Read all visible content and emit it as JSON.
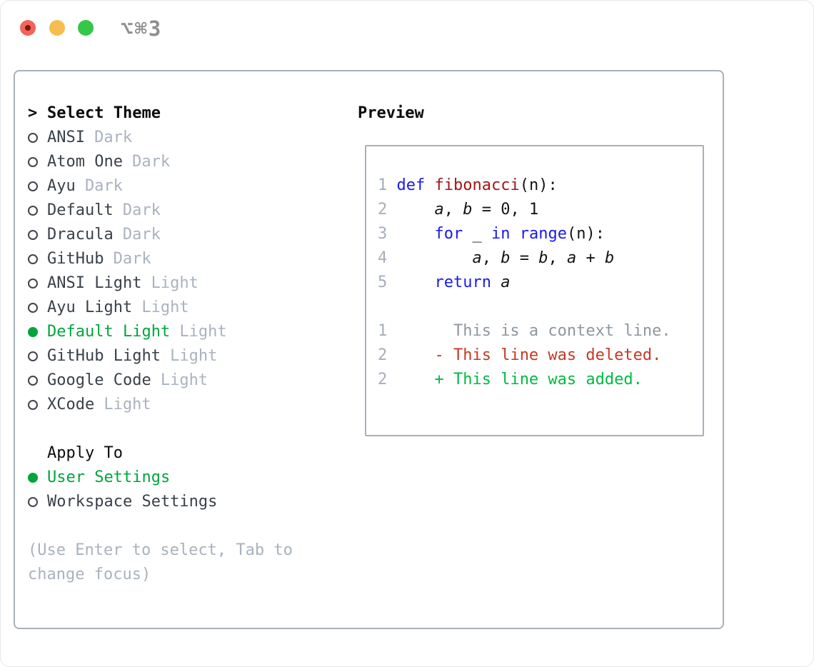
{
  "window": {
    "shortcut_label": "⌥⌘3",
    "controls": {
      "close_color": "#f1655a",
      "minimize_color": "#f6be4f",
      "zoom_color": "#34c748"
    }
  },
  "theme_list": {
    "prompt": ">",
    "header": "Select Theme",
    "items": [
      {
        "name": "ANSI",
        "variant": "Dark",
        "selected": false
      },
      {
        "name": "Atom One",
        "variant": "Dark",
        "selected": false
      },
      {
        "name": "Ayu",
        "variant": "Dark",
        "selected": false
      },
      {
        "name": "Default",
        "variant": "Dark",
        "selected": false
      },
      {
        "name": "Dracula",
        "variant": "Dark",
        "selected": false
      },
      {
        "name": "GitHub",
        "variant": "Dark",
        "selected": false
      },
      {
        "name": "ANSI Light",
        "variant": "Light",
        "selected": false
      },
      {
        "name": "Ayu Light",
        "variant": "Light",
        "selected": false
      },
      {
        "name": "Default Light",
        "variant": "Light",
        "selected": true
      },
      {
        "name": "GitHub Light",
        "variant": "Light",
        "selected": false
      },
      {
        "name": "Google Code",
        "variant": "Light",
        "selected": false
      },
      {
        "name": "XCode",
        "variant": "Light",
        "selected": false
      }
    ]
  },
  "apply_to": {
    "header": "Apply To",
    "items": [
      {
        "label": "User Settings",
        "selected": true
      },
      {
        "label": "Workspace Settings",
        "selected": false
      }
    ]
  },
  "footer_hint": "(Use Enter to select, Tab to change focus)",
  "preview": {
    "heading": "Preview",
    "lines": [
      [
        "1",
        " ",
        "def",
        " ",
        "fibonacci",
        "(n):"
      ],
      [
        "2",
        "     ",
        "a",
        ", ",
        "b",
        " = 0, 1"
      ],
      [
        "3",
        "     ",
        "for",
        " _ ",
        "in",
        " ",
        "range",
        "(n):"
      ],
      [
        "4",
        "         ",
        "a",
        ", ",
        "b",
        " = ",
        "b",
        ", ",
        "a",
        " + ",
        "b"
      ],
      [
        "5",
        "     ",
        "return",
        " ",
        "a"
      ],
      [],
      [
        "1",
        "       This is a context line."
      ],
      [
        "2",
        "     ",
        "- This line was deleted."
      ],
      [
        "2",
        "     ",
        "+ This line was added."
      ]
    ]
  },
  "colors": {
    "selection_green": "#00a53e",
    "added_green": "#00bb3f",
    "deleted_red": "#c43a24",
    "keyword_blue": "#1a1aef",
    "function_red": "#a31515",
    "dim_gray": "#aab2c0",
    "line_number_gray": "#a6aebc",
    "border_gray": "#a9b0ba"
  }
}
